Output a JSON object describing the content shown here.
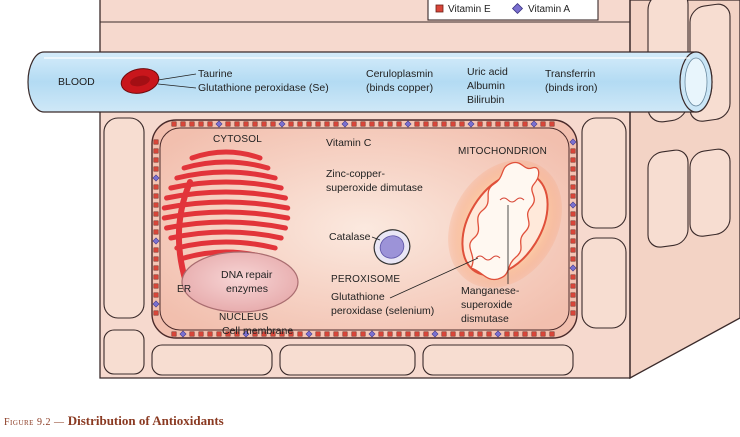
{
  "legend": {
    "vitamin_e": "Vitamin E",
    "vitamin_a": "Vitamin A",
    "colors": {
      "vitamin_e": "#d9463a",
      "vitamin_a": "#7a6fd0"
    }
  },
  "blood": {
    "label": "BLOOD",
    "taurine": "Taurine",
    "glutathione": "Glutathione peroxidase (Se)",
    "ceruloplasmin_1": "Ceruloplasmin",
    "ceruloplasmin_2": "(binds copper)",
    "uric_acid": "Uric acid",
    "albumin": "Albumin",
    "bilirubin": "Bilirubin",
    "transferrin_1": "Transferrin",
    "transferrin_2": "(binds iron)"
  },
  "cell": {
    "cytosol": "CYTOSOL",
    "vitamin_c": "Vitamin C",
    "zinc_1": "Zinc-copper-",
    "zinc_2": "superoxide dimutase",
    "mitochondrion": "MITOCHONDRION",
    "catalase": "Catalase",
    "peroxisome": "PEROXISOME",
    "er": "ER",
    "dna_1": "DNA repair",
    "dna_2": "enzymes",
    "nucleus": "NUCLEUS",
    "glut_1": "Glutathione",
    "glut_2": "peroxidase (selenium)",
    "mn_1": "Manganese-",
    "mn_2": "superoxide",
    "mn_3": "dismutase",
    "membrane": "Cell membrane"
  },
  "caption": {
    "figure": "Figure 9.2 —",
    "title": "Distribution of Antioxidants"
  }
}
